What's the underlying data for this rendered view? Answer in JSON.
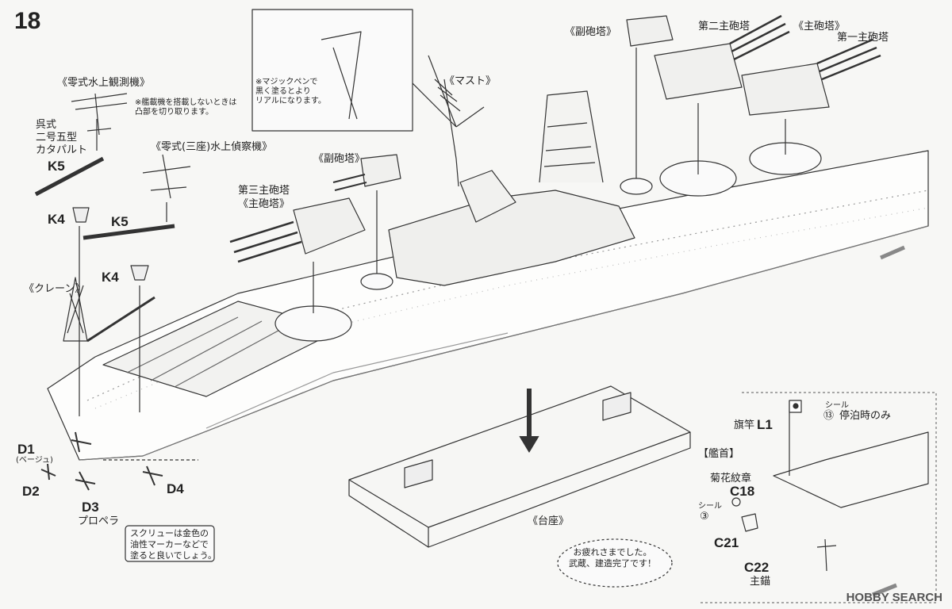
{
  "step_number": "18",
  "labels": {
    "seaplane_observation": "《零式水上観測機》",
    "carrier_note": "※艦載機を搭載しないときは\n凸部を切り取ります。",
    "catapult": "呉式\n二号五型\nカタパルト",
    "recon_plane": "《零式(三座)水上偵察機》",
    "crane": "《クレーン》",
    "marker_note": "※マジックペンで\n黒く塗るとより\nリアルになります。",
    "mast": "《マスト》",
    "secondary_turret_1": "《副砲塔》",
    "secondary_turret_2": "《副砲塔》",
    "turret3_name": "第三主砲塔",
    "turret3_main": "《主砲塔》",
    "turret2_name": "第二主砲塔",
    "main_turret_top": "《主砲塔》",
    "turret1_name": "第一主砲塔",
    "stand": "《台座》",
    "bow_section": "【艦首】",
    "flagpole": "旗竿",
    "seal_word_1": "シール",
    "seal_13": "⑬",
    "anchored_only": "停泊時のみ",
    "chrysanthemum": "菊花紋章",
    "seal_word_2": "シール",
    "seal_3": "③",
    "main_anchor": "主錨",
    "propeller": "プロペラ",
    "d1_note": "(ベージュ)",
    "screw_note": "スクリューは金色の\n油性マーカーなどで\n塗ると良いでしょう。",
    "finish_note": "お疲れさまでした。\n武蔵、建造完了です！",
    "watermark": "HOBBY SEARCH"
  },
  "parts": {
    "k5_a": "K5",
    "k4_a": "K4",
    "k5_b": "K5",
    "k4_b": "K4",
    "d1": "D1",
    "d2": "D2",
    "d3": "D3",
    "d4": "D4",
    "l1": "L1",
    "c18": "C18",
    "c21": "C21",
    "c22": "C22"
  }
}
